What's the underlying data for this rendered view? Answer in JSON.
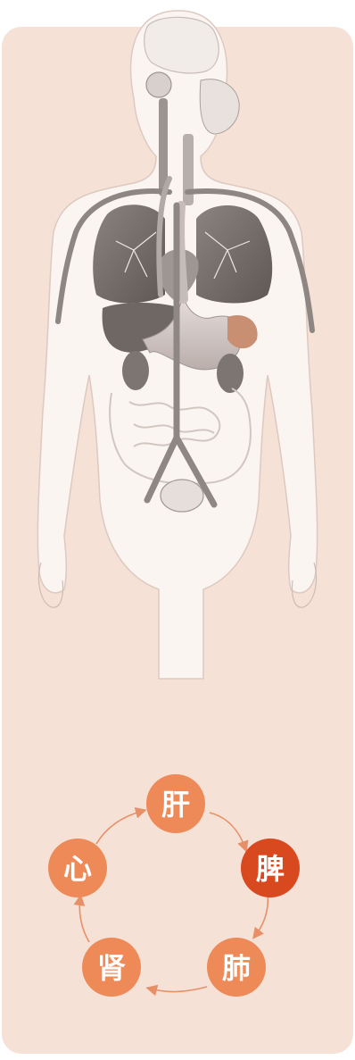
{
  "cycle": {
    "nodes": [
      {
        "label": "肝",
        "color": "#ee8a58"
      },
      {
        "label": "脾",
        "color": "#d9491f"
      },
      {
        "label": "肺",
        "color": "#ee8a58"
      },
      {
        "label": "肾",
        "color": "#ee8a58"
      },
      {
        "label": "心",
        "color": "#ee8a58"
      }
    ],
    "arrow_color": "#e79067"
  },
  "palette": {
    "panel": "#f6e1d6",
    "body": "#fbf5f1",
    "body_outline": "#dcc9c0",
    "organ": "#7b7471",
    "organ_light": "#c2bbb7"
  }
}
